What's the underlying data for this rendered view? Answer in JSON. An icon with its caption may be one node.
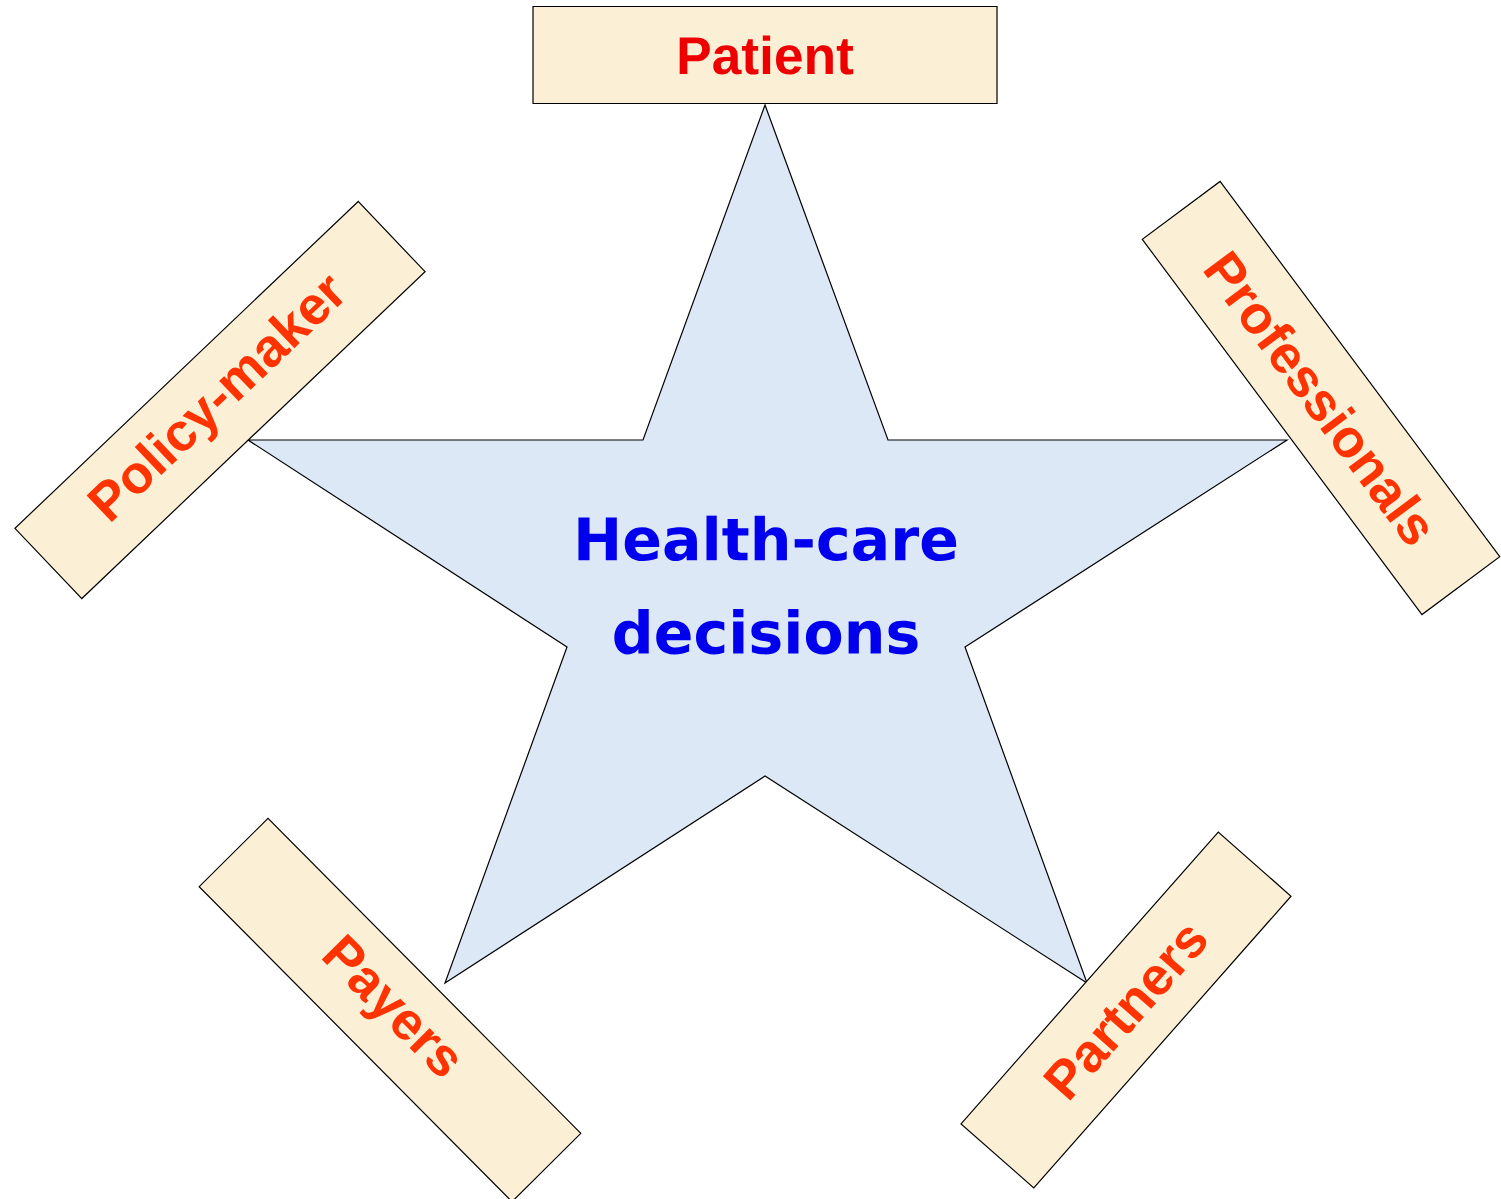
{
  "diagram": {
    "nodes": [
      {
        "text": [
          "Health-care decisions"
        ]
      },
      {
        "text": [
          "Patient"
        ]
      },
      {
        "text": [
          "Policy-maker"
        ]
      },
      {
        "text": [
          "Professionals"
        ]
      },
      {
        "text": [
          "Payers"
        ]
      },
      {
        "text": [
          "Partners"
        ]
      }
    ]
  }
}
